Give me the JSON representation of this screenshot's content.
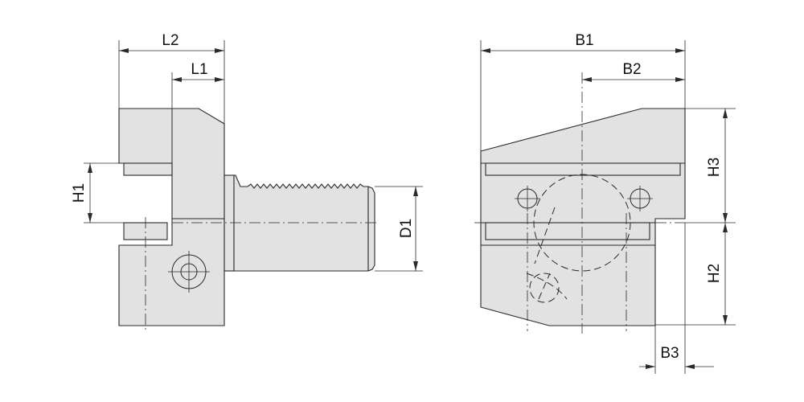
{
  "drawing": {
    "side_view": {
      "labels": {
        "L2": "L2",
        "L1": "L1",
        "H1": "H1",
        "D1": "D1"
      }
    },
    "front_view": {
      "labels": {
        "B1": "B1",
        "B2": "B2",
        "B3": "B3",
        "H2": "H2",
        "H3": "H3"
      }
    },
    "colors": {
      "fill": "#e2e2e2",
      "stroke": "#2a2a2a"
    }
  }
}
